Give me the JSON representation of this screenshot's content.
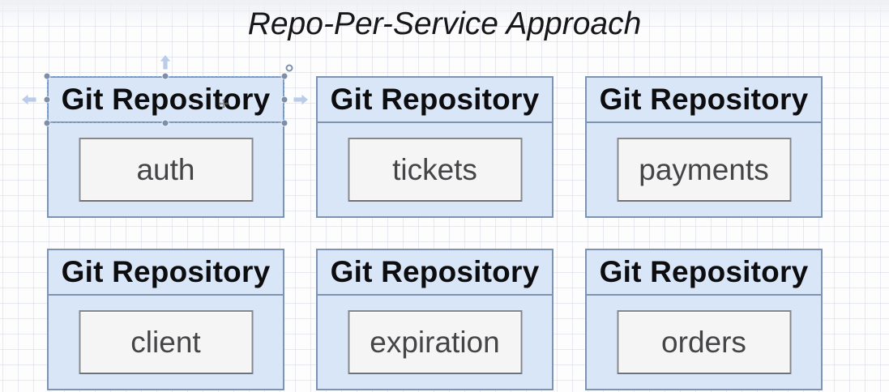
{
  "title": "Repo-Per-Service Approach",
  "repos": [
    {
      "header": "Git Repository",
      "service": "auth",
      "selected": true
    },
    {
      "header": "Git Repository",
      "service": "tickets",
      "selected": false
    },
    {
      "header": "Git Repository",
      "service": "payments",
      "selected": false
    },
    {
      "header": "Git Repository",
      "service": "client",
      "selected": false
    },
    {
      "header": "Git Repository",
      "service": "expiration",
      "selected": false
    },
    {
      "header": "Git Repository",
      "service": "orders",
      "selected": false
    }
  ],
  "selection": {
    "selected_card_header": "Git Repository",
    "handle_count": 8,
    "direction_arrows": [
      "up",
      "left",
      "right"
    ],
    "has_rotation_handle": true
  },
  "colors": {
    "card_fill": "#d9e6f8",
    "card_border": "#7e93b2",
    "service_fill": "#f5f5f6",
    "service_border": "#85878a",
    "selection_dashed": "#8ab1e4",
    "handle_fill": "#7c8eaa",
    "arrow_fill": "#b9cce9",
    "title_text": "#17171a",
    "header_text": "#0d0d0f",
    "service_text": "#454548"
  }
}
